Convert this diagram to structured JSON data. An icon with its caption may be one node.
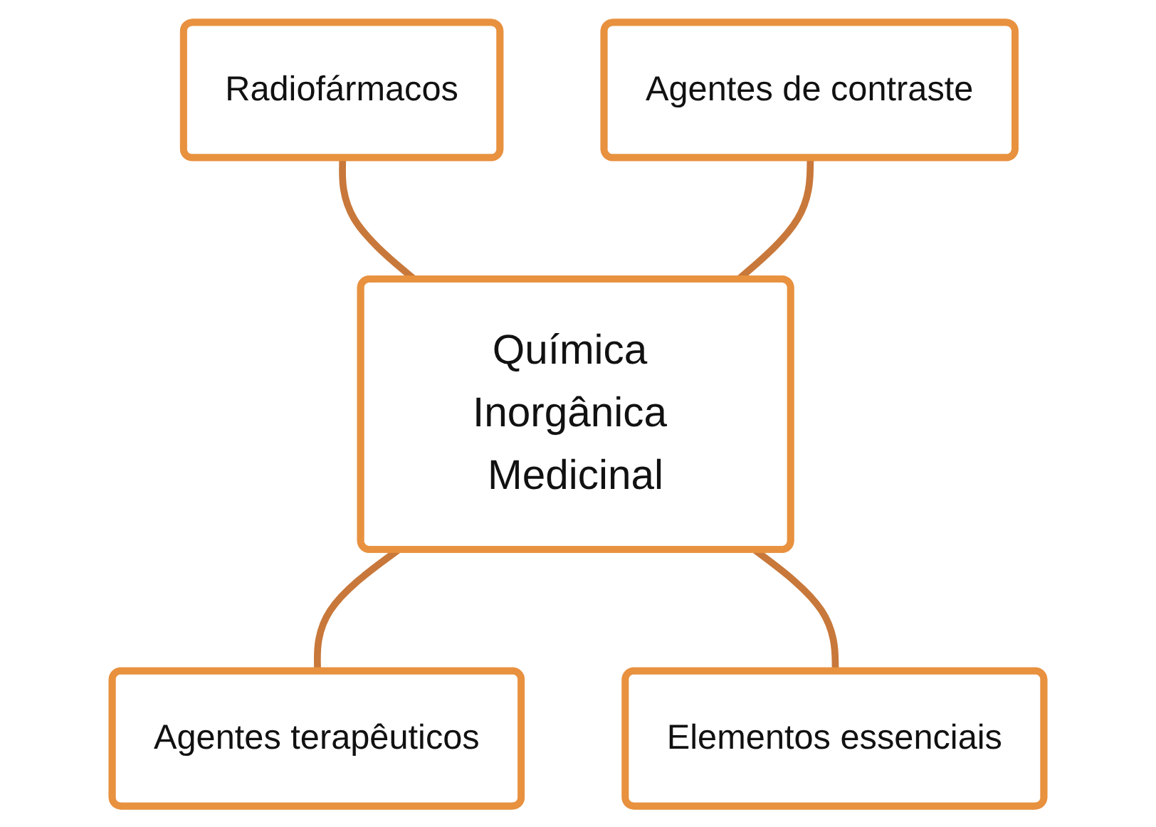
{
  "diagram": {
    "nodes": [
      {
        "text": [
          "Radiofármacos"
        ]
      },
      {
        "text": [
          "Agentes de contraste"
        ]
      },
      {
        "text": [
          "Química Inorgânica Medicinal"
        ]
      },
      {
        "text": [
          "Agentes terapêuticos"
        ]
      },
      {
        "text": [
          "Elementos essenciais"
        ]
      }
    ],
    "edges": [
      {
        "from": 0,
        "to": 2,
        "arrow": "none"
      },
      {
        "from": 1,
        "to": 2,
        "arrow": "none"
      },
      {
        "from": 2,
        "to": 3,
        "arrow": "none"
      },
      {
        "from": 2,
        "to": 4,
        "arrow": "none"
      }
    ]
  }
}
